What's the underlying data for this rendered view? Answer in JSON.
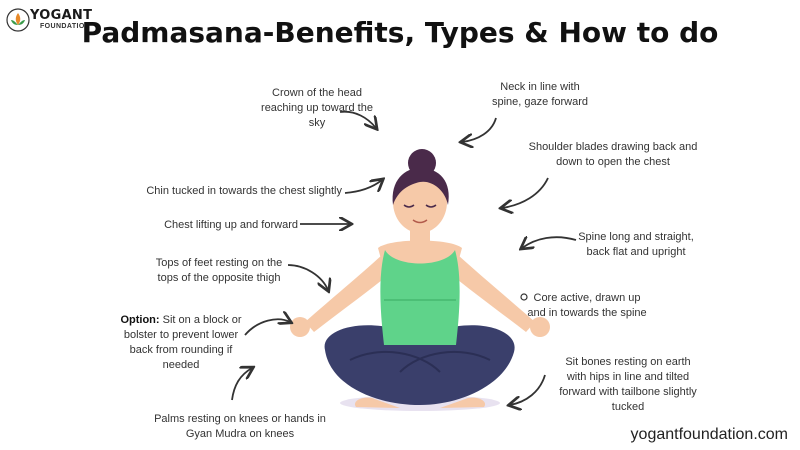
{
  "brand": {
    "name": "YOGANT",
    "sub": "FOUNDATION"
  },
  "title": "Padmasana-Benefits, Types & How to do",
  "labels": {
    "crown": "Crown of the head reaching up toward the sky",
    "neck": "Neck in line with spine, gaze forward",
    "shoulder": "Shoulder blades drawing back and down to open the chest",
    "chin": "Chin tucked in towards the chest slightly",
    "chest": "Chest lifting up and forward",
    "spine": "Spine long and straight, back flat and upright",
    "feet": "Tops of feet resting on the tops of the opposite thigh",
    "core": "Core active, drawn up and in towards the spine",
    "option_bold": "Option:",
    "option_rest": " Sit on a block or bolster to prevent lower back from rounding if needed",
    "sit": "Sit bones resting on earth with hips in line and tilted forward with tailbone slightly tucked",
    "palms": "Palms resting on knees or hands in Gyan Mudra on knees"
  },
  "website": "yogantfoundation.com",
  "colors": {
    "tank": "#5fd38a",
    "pants": "#3a3f6b",
    "hair": "#4a2a4a",
    "skin": "#f6c9a8"
  },
  "icons": [
    "lotus-logo-icon",
    "arrow-icon"
  ]
}
